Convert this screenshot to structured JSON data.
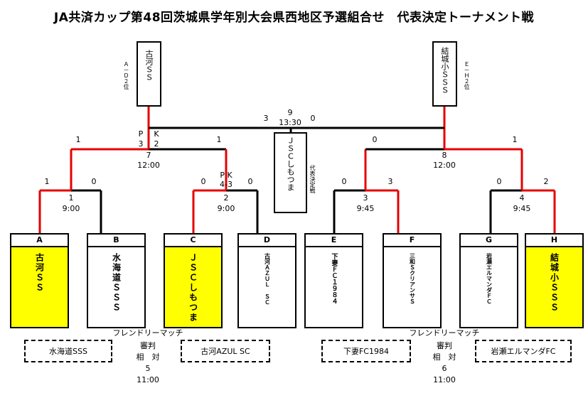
{
  "title": "JA共済カップ第48回茨城県学年別大会県西地区予選組合せ　代表決定トーナメント戦",
  "colors": {
    "winner_line": "#e60000",
    "line": "#000000",
    "highlight": "#ffff00"
  },
  "teams": [
    {
      "letter": "A",
      "name": "古河ＳＳ",
      "winner": true
    },
    {
      "letter": "B",
      "name": "水海道ＳＳＳ",
      "winner": false
    },
    {
      "letter": "C",
      "name": "ＪＳＣしもつま",
      "winner": true
    },
    {
      "letter": "D",
      "name": "古河ＡＺＵＬ ＳＣ",
      "winner": false
    },
    {
      "letter": "E",
      "name": "下妻ＦＣ１９８４",
      "winner": false
    },
    {
      "letter": "F",
      "name": "三和ＳクリアンサＳ",
      "winner": false
    },
    {
      "letter": "G",
      "name": "岩瀬エルマンダＦＣ",
      "winner": false
    },
    {
      "letter": "H",
      "name": "結城小ＳＳＳ",
      "winner": true
    }
  ],
  "matches": {
    "m1": {
      "no": "1",
      "time": "9:00",
      "score_left": "1",
      "score_right": "0"
    },
    "m2": {
      "no": "2",
      "time": "9:00",
      "score_left": "0",
      "score_right": "0",
      "pk_label": "P K",
      "pk_score": "4-3"
    },
    "m3": {
      "no": "3",
      "time": "9:45",
      "score_left": "0",
      "score_right": "3"
    },
    "m4": {
      "no": "4",
      "time": "9:45",
      "score_left": "0",
      "score_right": "2"
    },
    "m7": {
      "no": "7",
      "time": "12:00",
      "score_left": "1",
      "score_right": "1",
      "pk_label_left": "P",
      "pk_label_right": "K",
      "pk_left": "3",
      "pk_right": "2"
    },
    "m8": {
      "no": "8",
      "time": "12:00",
      "score_left": "0",
      "score_right": "1"
    },
    "m9": {
      "no": "9",
      "time": "13:30",
      "score_left": "3",
      "score_right": "0"
    }
  },
  "reps": {
    "left": {
      "name": "古河ＳＳ",
      "label": "Ａ－Ｄ２位"
    },
    "right": {
      "name": "結城小ＳＳＳ",
      "label": "Ｅ－Ｈ２位"
    },
    "center": {
      "name": "ＪＳＣしもつま",
      "label": "代表決定戦"
    }
  },
  "friendly": [
    {
      "heading": "フレンドリーマッチ",
      "left_team": "水海道SSS",
      "right_team": "古河AZUL SC",
      "ref_label": "審判",
      "ref_value": "相　対",
      "no": "5",
      "time": "11:00"
    },
    {
      "heading": "フレンドリーマッチ",
      "left_team": "下妻FC1984",
      "right_team": "岩瀬エルマンダFC",
      "ref_label": "審判",
      "ref_value": "相　対",
      "no": "6",
      "time": "11:00"
    }
  ]
}
